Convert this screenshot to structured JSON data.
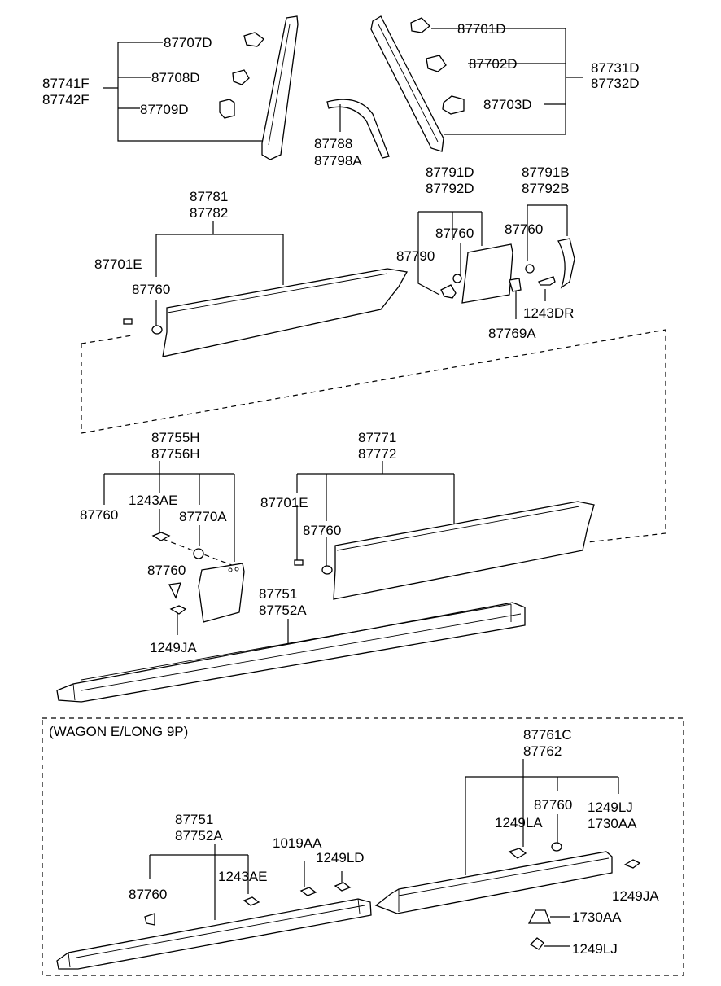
{
  "labels": {
    "p87707D": "87707D",
    "p87708D": "87708D",
    "p87709D": "87709D",
    "p87741F": "87741F",
    "p87742F": "87742F",
    "p87788": "87788",
    "p87798A": "87798A",
    "p87701D": "87701D",
    "p87702D": "87702D",
    "p87703D": "87703D",
    "p87731D": "87731D",
    "p87732D": "87732D",
    "p87781": "87781",
    "p87782": "87782",
    "p87701E_a": "87701E",
    "p87760_a": "87760",
    "p87791D": "87791D",
    "p87792D": "87792D",
    "p87760_b": "87760",
    "p87790": "87790",
    "p87769A": "87769A",
    "p87791B": "87791B",
    "p87792B": "87792B",
    "p87760_c": "87760",
    "p1243DR": "1243DR",
    "p87755H": "87755H",
    "p87756H": "87756H",
    "p87760_d": "87760",
    "p1243AE_a": "1243AE",
    "p87770A": "87770A",
    "p87760_e": "87760",
    "p1249JA_a": "1249JA",
    "p87771": "87771",
    "p87772": "87772",
    "p87701E_b": "87701E",
    "p87760_f": "87760",
    "p87751_a": "87751",
    "p87752A_a": "87752A",
    "wagon_note": "(WAGON E/LONG 9P)",
    "p87761C": "87761C",
    "p87762": "87762",
    "p87760_g": "87760",
    "p1249LA": "1249LA",
    "p1249LJ_a": "1249LJ",
    "p1730AA_a": "1730AA",
    "p1249JA_b": "1249JA",
    "p1730AA_b": "1730AA",
    "p1249LJ_b": "1249LJ",
    "p87751_b": "87751",
    "p87752A_b": "87752A",
    "p87760_h": "87760",
    "p1243AE_b": "1243AE",
    "p1019AA": "1019AA",
    "p1249LD": "1249LD"
  }
}
